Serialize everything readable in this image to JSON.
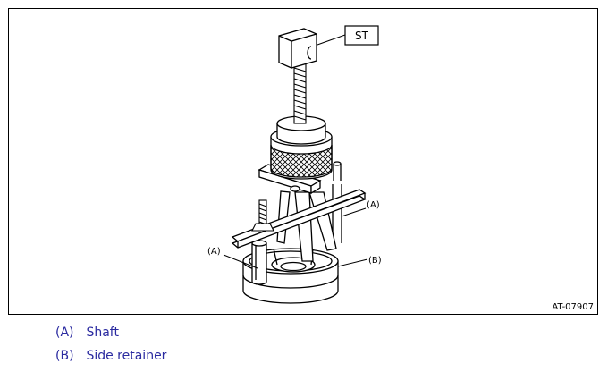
{
  "figure": {
    "tool_label": "ST",
    "callouts": {
      "a_upper": "(A)",
      "a_lower": "(A)",
      "b": "(B)"
    },
    "figure_id": "AT-07907",
    "colors": {
      "line": "#000000",
      "legend_text": "#2a2aa0"
    }
  },
  "legend": [
    {
      "key": "(A)",
      "text": "Shaft"
    },
    {
      "key": "(B)",
      "text": "Side retainer"
    }
  ]
}
